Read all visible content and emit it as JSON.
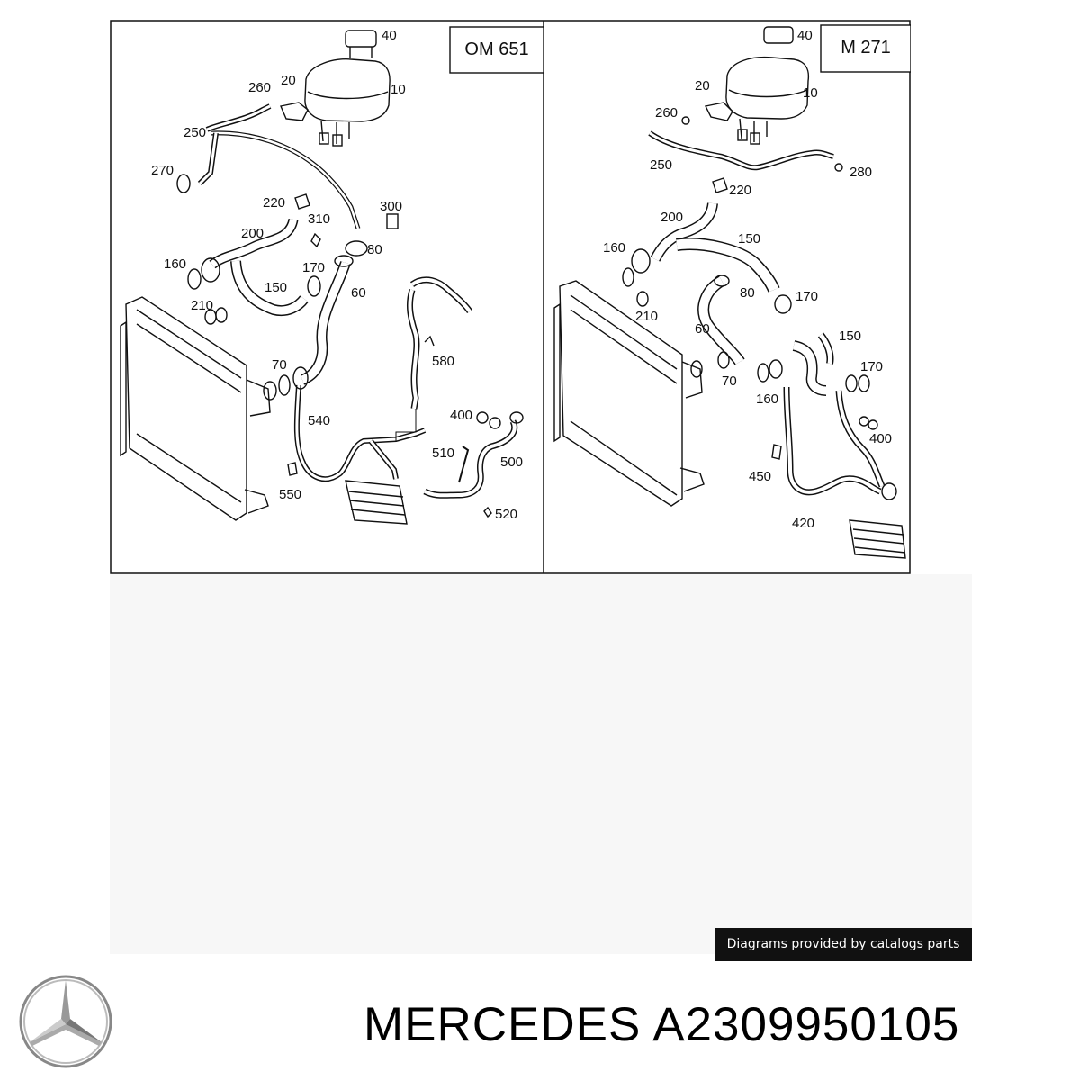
{
  "diagram": {
    "panels": [
      {
        "engine": "OM 651",
        "callouts": [
          "40",
          "10",
          "20",
          "260",
          "250",
          "270",
          "220",
          "310",
          "300",
          "80",
          "200",
          "160",
          "170",
          "60",
          "150",
          "210",
          "580",
          "70",
          "540",
          "400",
          "510",
          "500",
          "550",
          "520"
        ]
      },
      {
        "engine": "M 271",
        "callouts": [
          "40",
          "10",
          "20",
          "260",
          "250",
          "280",
          "220",
          "200",
          "150",
          "160",
          "80",
          "170",
          "210",
          "60",
          "70",
          "150",
          "170",
          "160",
          "400",
          "450",
          "420"
        ]
      }
    ]
  },
  "credit": "Diagrams provided by catalogs parts",
  "footer": {
    "brand": "MERCEDES",
    "part_number": "A2309950105",
    "logo_icon": "mercedes-star-icon"
  },
  "colors": {
    "line": "#111111",
    "credit_bg": "#111111",
    "panel_bg": "#f7f7f7"
  }
}
